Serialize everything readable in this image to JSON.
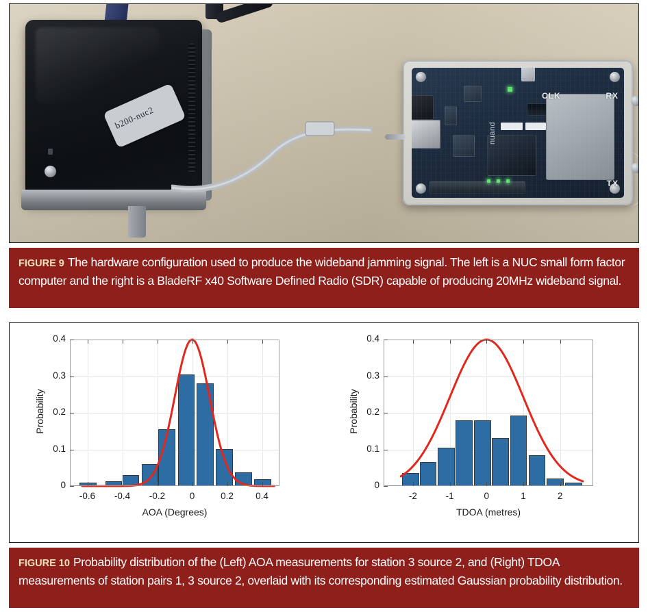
{
  "figure9": {
    "tag": "FIGURE 9",
    "caption": "The hardware configuration used to produce the wideband jamming signal. The left is a NUC small form factor computer and the right is a BladeRF x40 Software Defined Radio (SDR) capable of producing 20MHz wideband signal.",
    "photo": {
      "nuc_label_text": "b200-nuc2",
      "sdr_silkscreen": [
        "CLK",
        "RX",
        "TX"
      ],
      "sdr_brand": "nuand"
    }
  },
  "figure10": {
    "tag": "FIGURE 10",
    "caption": "Probability distribution of the (Left) AOA measurements for station 3 source 2, and (Right) TDOA measurements of station pairs 1, 3 source 2, overlaid with its corresponding estimated Gaussian probability distribution."
  },
  "colors": {
    "caption_bg": "#8f1f1a",
    "caption_tag": "#f2e3c0",
    "caption_text": "#ffffff",
    "bar_fill": "#2d6da4",
    "bar_edge": "#3a3a3a",
    "curve": "#e0281e",
    "grid": "#e3e3e3",
    "axis": "#9a9a9a"
  },
  "chart_data": [
    {
      "id": "aoa",
      "type": "bar",
      "title": "",
      "xlabel": "AOA (Degrees)",
      "ylabel": "Probability",
      "xlim": [
        -0.7,
        0.5
      ],
      "ylim": [
        0,
        0.4
      ],
      "xticks": [
        -0.6,
        -0.4,
        -0.2,
        0,
        0.2,
        0.4
      ],
      "xticklabels": [
        "-0.6",
        "-0.4",
        "-0.2",
        "0",
        "0.2",
        "0.4"
      ],
      "yticks": [
        0,
        0.1,
        0.2,
        0.3,
        0.4
      ],
      "yticklabels": [
        "0",
        "0.1",
        "0.2",
        "0.3",
        "0.4"
      ],
      "grid": true,
      "bin_edges": [
        -0.64,
        -0.555,
        -0.47,
        -0.385,
        -0.3,
        -0.215,
        -0.13,
        -0.045,
        0.04,
        0.125,
        0.21,
        0.295,
        0.38,
        0.465
      ],
      "bar_centers": [
        -0.5975,
        -0.5125,
        -0.4275,
        -0.3425,
        -0.2575,
        -0.1725,
        -0.0875,
        -0.0025,
        0.0825,
        0.1675,
        0.2525,
        0.3375,
        0.4225
      ],
      "values": [
        0.009,
        0.0,
        0.013,
        0.029,
        0.059,
        0.156,
        0.305,
        0.0,
        0.28,
        0.0,
        0.101,
        0.038,
        0.019
      ],
      "bars": [
        {
          "x0": -0.645,
          "x1": -0.548,
          "h": 0.009
        },
        {
          "x0": -0.497,
          "x1": -0.4,
          "h": 0.013
        },
        {
          "x0": -0.4,
          "x1": -0.303,
          "h": 0.029
        },
        {
          "x0": -0.29,
          "x1": -0.193,
          "h": 0.059
        },
        {
          "x0": -0.193,
          "x1": -0.096,
          "h": 0.156
        },
        {
          "x0": -0.082,
          "x1": 0.015,
          "h": 0.305
        },
        {
          "x0": 0.025,
          "x1": 0.122,
          "h": 0.28
        },
        {
          "x0": 0.135,
          "x1": 0.232,
          "h": 0.101
        },
        {
          "x0": 0.245,
          "x1": 0.342,
          "h": 0.038
        },
        {
          "x0": 0.355,
          "x1": 0.452,
          "h": 0.019
        }
      ],
      "overlay": {
        "type": "gaussian",
        "name": "estimated Gaussian probability distribution",
        "mu": 0.0,
        "sigma": 0.1,
        "peak": 0.4,
        "color": "#e0281e",
        "x_start": -0.63,
        "x_end": 0.47
      }
    },
    {
      "id": "tdoa",
      "type": "bar",
      "title": "",
      "xlabel": "TDOA (metres)",
      "ylabel": "Probability",
      "xlim": [
        -2.8,
        2.9
      ],
      "ylim": [
        0,
        0.4
      ],
      "xticks": [
        -2,
        -1,
        0,
        1,
        2
      ],
      "xticklabels": [
        "-2",
        "-1",
        "0",
        "1",
        "2"
      ],
      "yticks": [
        0,
        0.1,
        0.2,
        0.3,
        0.4
      ],
      "yticklabels": [
        "0",
        "0.1",
        "0.2",
        "0.3",
        "0.4"
      ],
      "grid": true,
      "bar_centers": [
        -2.07,
        -1.58,
        -1.08,
        -0.59,
        -0.09,
        0.4,
        0.9,
        1.39,
        1.89,
        2.38
      ],
      "values": [
        0.035,
        0.066,
        0.105,
        0.18,
        0.18,
        0.13,
        0.193,
        0.085,
        0.02,
        0.01
      ],
      "bars": [
        {
          "x0": -2.3,
          "x1": -1.84,
          "h": 0.035
        },
        {
          "x0": -1.82,
          "x1": -1.36,
          "h": 0.066
        },
        {
          "x0": -1.33,
          "x1": -0.87,
          "h": 0.105
        },
        {
          "x0": -0.84,
          "x1": -0.38,
          "h": 0.18
        },
        {
          "x0": -0.34,
          "x1": 0.12,
          "h": 0.18
        },
        {
          "x0": 0.15,
          "x1": 0.61,
          "h": 0.13
        },
        {
          "x0": 0.64,
          "x1": 1.1,
          "h": 0.193
        },
        {
          "x0": 1.14,
          "x1": 1.6,
          "h": 0.085
        },
        {
          "x0": 1.64,
          "x1": 2.1,
          "h": 0.02
        },
        {
          "x0": 2.14,
          "x1": 2.6,
          "h": 0.01
        }
      ],
      "overlay": {
        "type": "gaussian",
        "name": "estimated Gaussian probability distribution",
        "mu": 0.0,
        "sigma": 1.0,
        "peak": 0.4,
        "color": "#e0281e",
        "x_start": -2.33,
        "x_end": 2.62
      }
    }
  ]
}
